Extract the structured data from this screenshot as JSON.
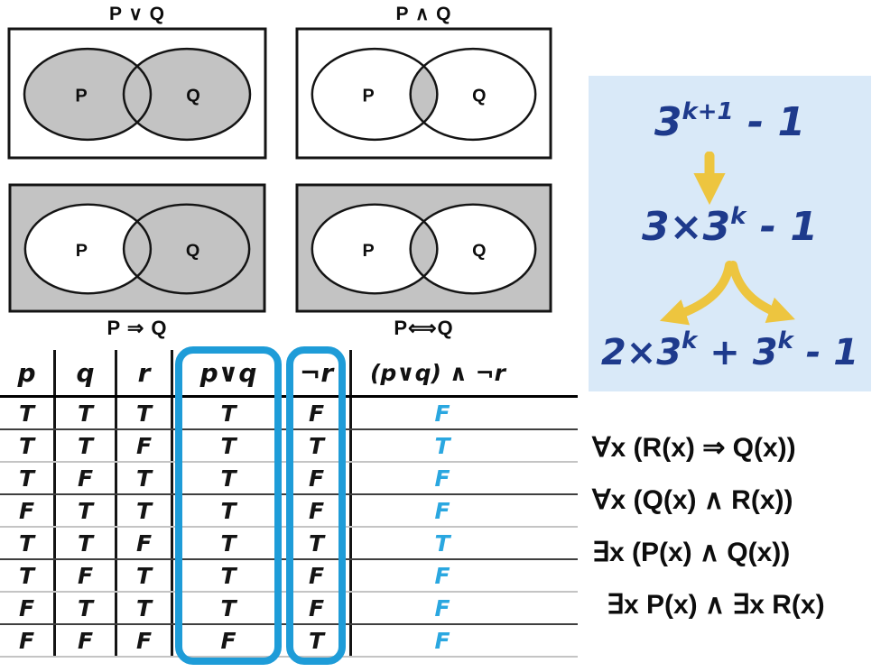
{
  "venn": {
    "labels": {
      "p": "P",
      "q": "Q"
    },
    "or": {
      "title": "P ∨ Q",
      "shaded_region": "P ∪ Q (both circles)"
    },
    "and": {
      "title": "P ∧ Q",
      "shaded_region": "P ∩ Q (intersection only)"
    },
    "implies": {
      "title": "P ⇒ Q",
      "shaded_region": "everything except P-only"
    },
    "iff": {
      "title": "P⟺Q",
      "shaded_region": "outside both circles plus intersection"
    }
  },
  "induction": {
    "step1": {
      "base": "3",
      "sup": "k+1",
      "tail": " - 1"
    },
    "step2": {
      "base": "3×3",
      "sup": "k",
      "tail": " - 1"
    },
    "step3": {
      "a": "2×3",
      "a_sup": "k",
      "b": " + 3",
      "b_sup": "k",
      "tail": " - 1"
    }
  },
  "quantifiers": {
    "line1": "∀x (R(x) ⇒ Q(x))",
    "line2": "∀x (Q(x) ∧ R(x))",
    "line3": "∃x (P(x) ∧ Q(x))",
    "line4": "∃x P(x) ∧ ∃x R(x)"
  },
  "truth_table": {
    "headers": [
      "p",
      "q",
      "r",
      "p∨q",
      "¬r",
      "(p∨q) ∧ ¬r"
    ],
    "highlighted_columns": [
      "p∨q",
      "¬r"
    ],
    "rows": [
      [
        "T",
        "T",
        "T",
        "T",
        "F",
        "F"
      ],
      [
        "T",
        "T",
        "F",
        "T",
        "T",
        "T"
      ],
      [
        "T",
        "F",
        "T",
        "T",
        "F",
        "F"
      ],
      [
        "F",
        "T",
        "T",
        "T",
        "F",
        "F"
      ],
      [
        "T",
        "T",
        "F",
        "T",
        "T",
        "T"
      ],
      [
        "T",
        "F",
        "T",
        "T",
        "F",
        "F"
      ],
      [
        "F",
        "T",
        "T",
        "T",
        "F",
        "F"
      ],
      [
        "F",
        "F",
        "F",
        "F",
        "T",
        "F"
      ]
    ]
  },
  "colors": {
    "venn_shade_gray": "#c3c3c3",
    "panel_background_blue": "#d9e9f8",
    "formula_navy": "#1e3a8c",
    "arrow_yellow": "#edc53f",
    "column_highlight_blue": "#1e9cd8",
    "result_cyan": "#2aa7e0"
  }
}
